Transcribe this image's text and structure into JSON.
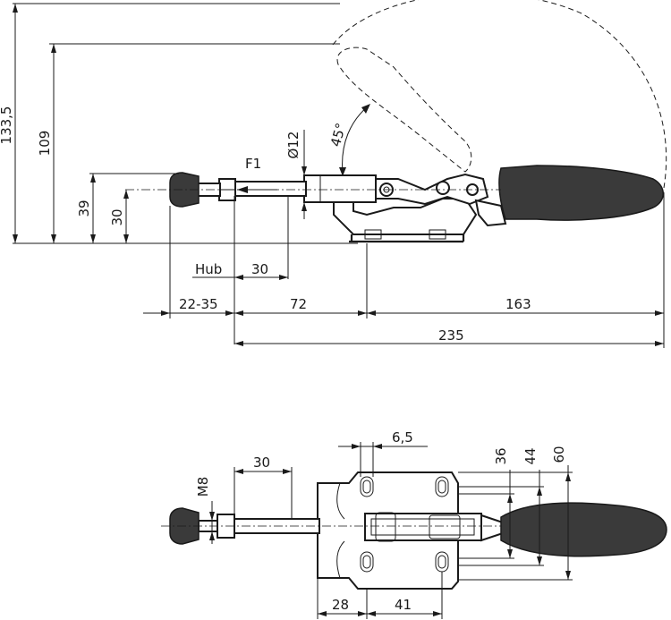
{
  "side_view": {
    "dim_133_5": "133,5",
    "dim_109": "109",
    "dim_39": "39",
    "dim_30_vertical": "30",
    "label_f1": "F1",
    "dim_dia_12": "Ø12",
    "dim_angle": "45°",
    "label_hub": "Hub",
    "dim_hub_30": "30",
    "dim_22_35": "22-35",
    "dim_72": "72",
    "dim_163": "163",
    "dim_235": "235"
  },
  "top_view": {
    "dim_6_5": "6,5",
    "dim_30": "30",
    "dim_m8": "M8",
    "dim_36": "36",
    "dim_44": "44",
    "dim_60": "60",
    "dim_28": "28",
    "dim_41": "41"
  }
}
